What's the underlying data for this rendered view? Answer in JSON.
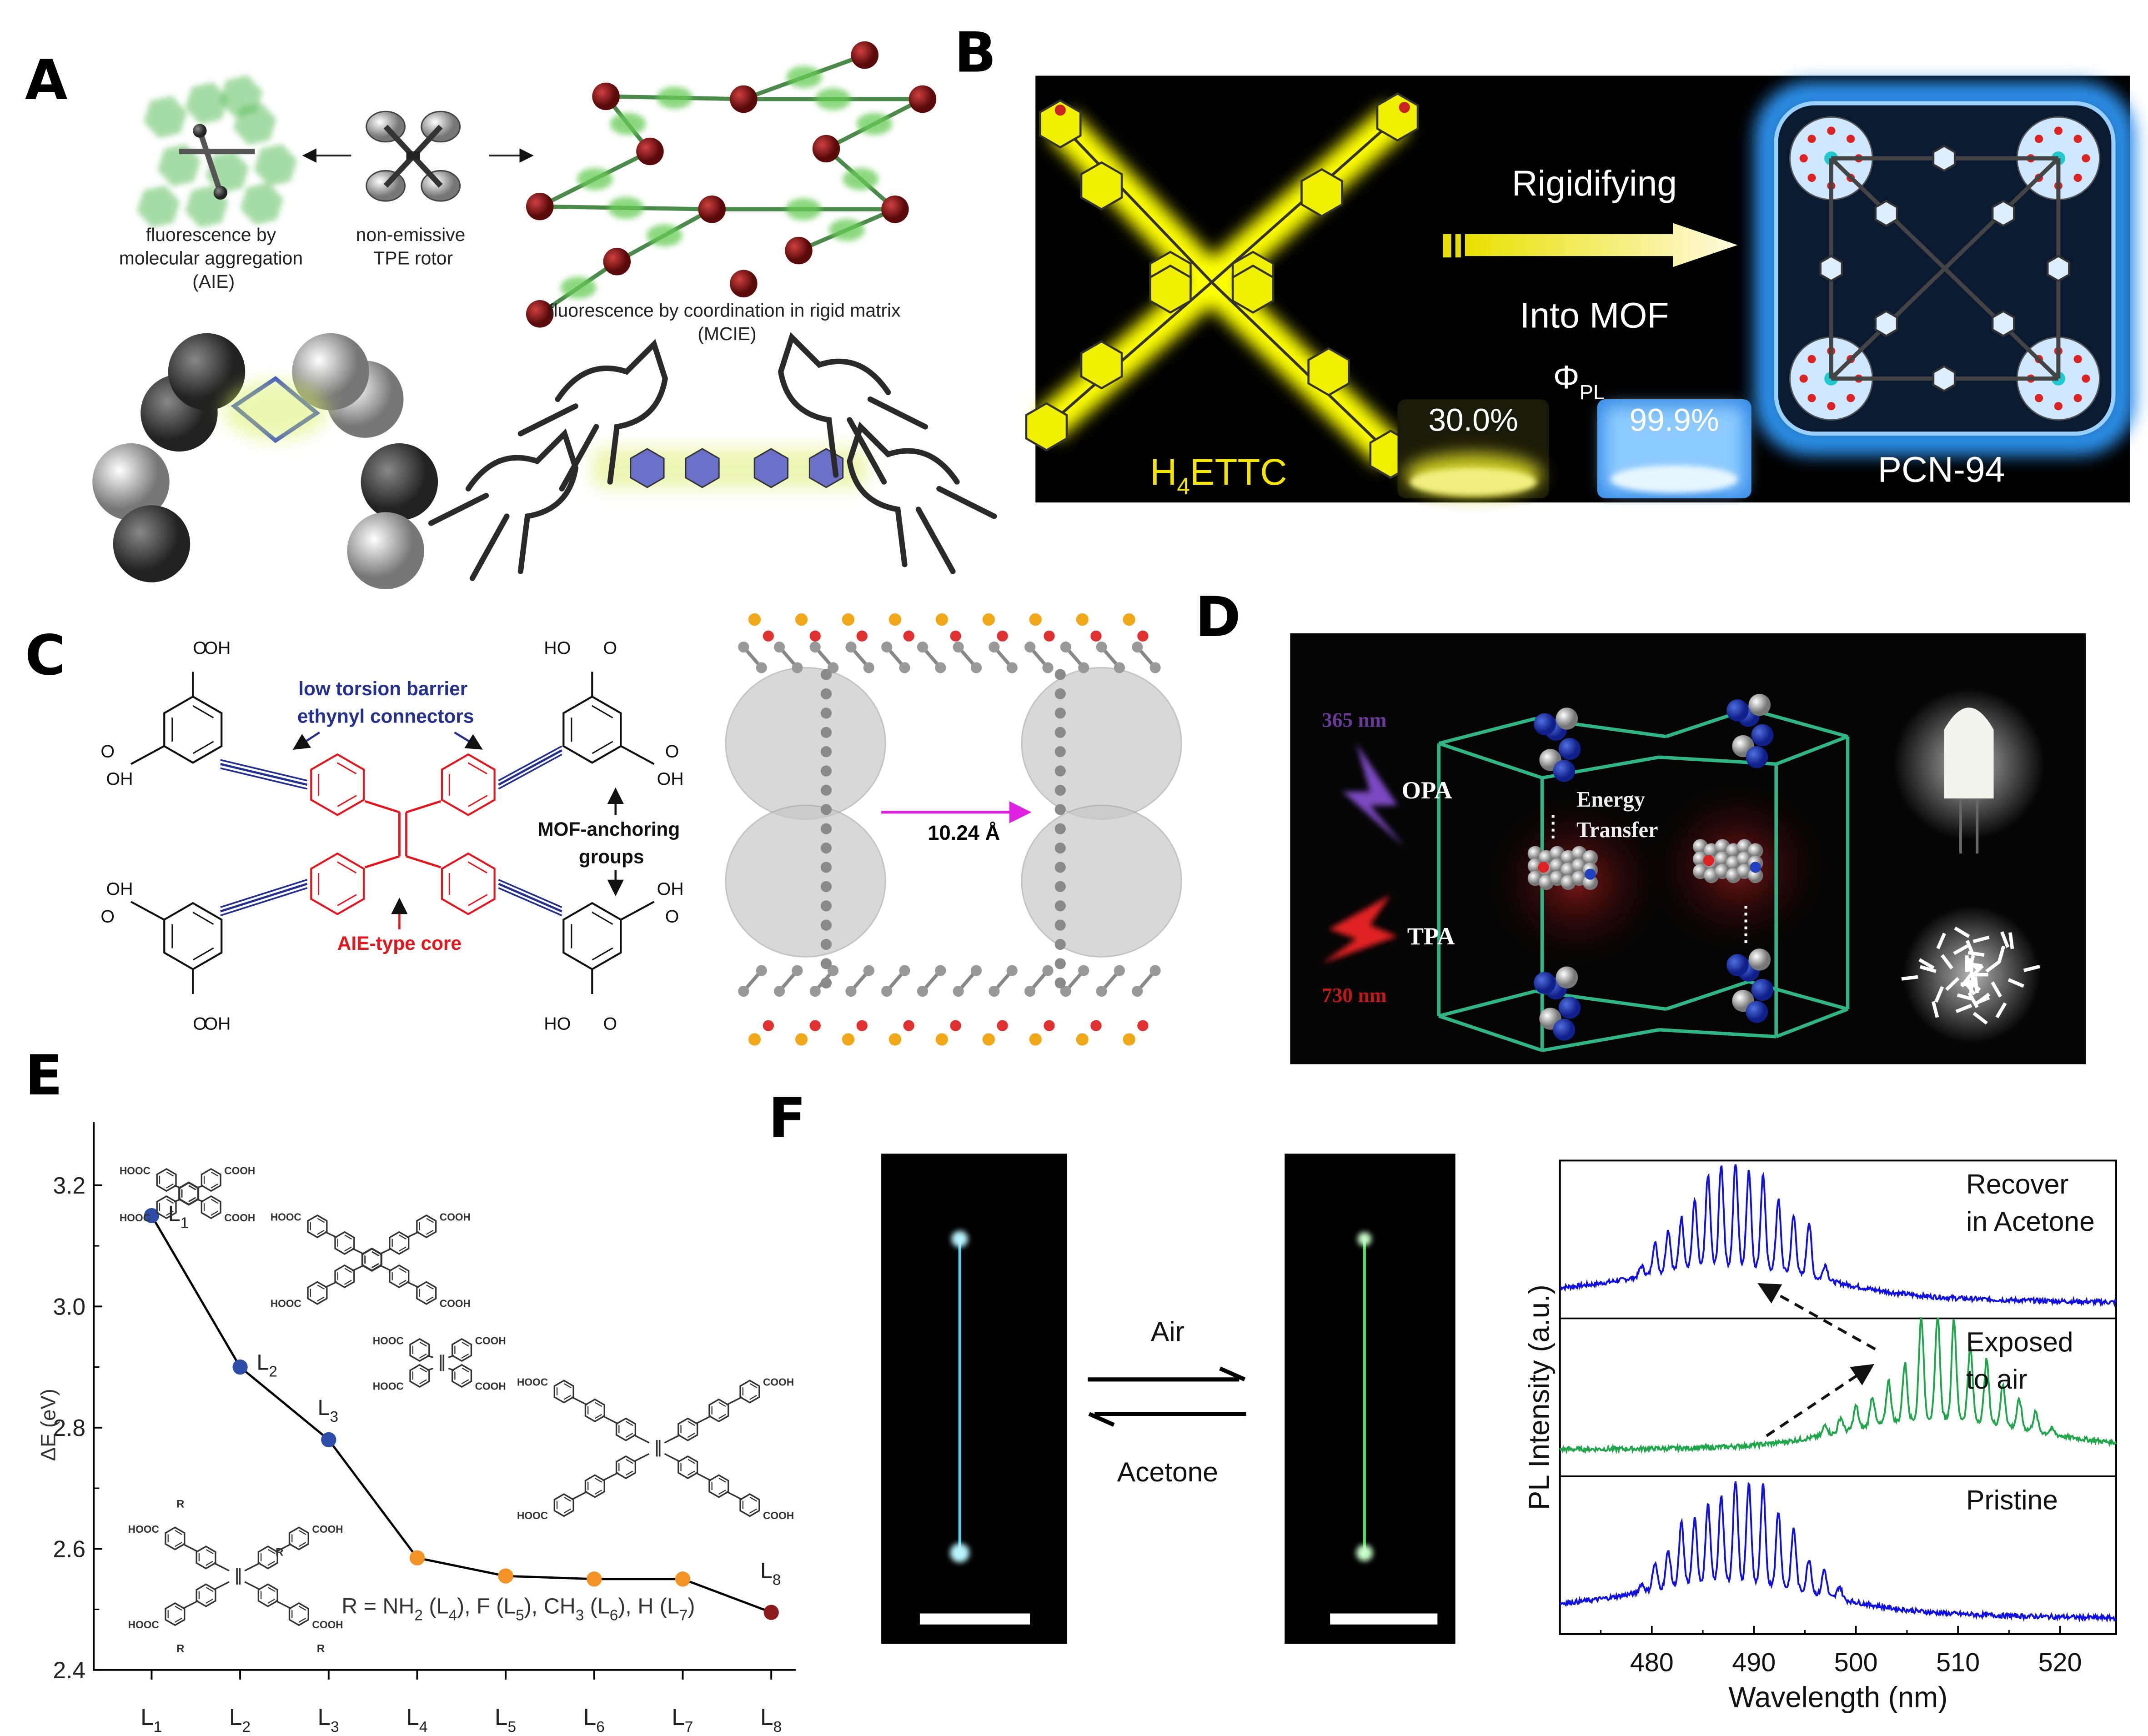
{
  "panels": {
    "A": {
      "label": "A",
      "aie_caption": [
        "fluorescence by",
        "molecular aggregation",
        "(AIE)"
      ],
      "rotor_caption": [
        "non-emissive",
        "TPE rotor"
      ],
      "mcie_caption": [
        "fluorescence by coordination in rigid matrix",
        "(MCIE)"
      ]
    },
    "B": {
      "label": "B",
      "ligand": {
        "main": "H",
        "sub": "4",
        "rest": "ETTC"
      },
      "arrow_top": "Rigidifying",
      "arrow_bottom": "Into MOF",
      "phi": {
        "main": "Φ",
        "sub": "PL"
      },
      "vial_ligand_value": "30.0%",
      "vial_mof_value": "99.9%",
      "mof_name": "PCN-94",
      "colors": {
        "ligand_glow": "#ffff00",
        "mof_glow": "#2a8ee8"
      }
    },
    "C": {
      "label": "C",
      "connector_note": [
        "low torsion barrier",
        "ethynyl connectors"
      ],
      "anchor_note": [
        "MOF-anchoring",
        "groups"
      ],
      "core_note": "AIE-type core",
      "oh": "OH",
      "ho": "HO",
      "o": "O",
      "distance": "10.24 Å",
      "colors": {
        "core": "#e8141c",
        "connector": "#23308f",
        "distance": "#e020e0"
      }
    },
    "D": {
      "label": "D",
      "wl_opa": "365 nm",
      "opa": "OPA",
      "tpa": "TPA",
      "wl_tpa": "730 nm",
      "energy_transfer": [
        "Energy",
        "Transfer"
      ]
    },
    "E": {
      "label": "E",
      "hooc": "HOOC",
      "cooh": "COOH",
      "r": "R",
      "substituents": [
        [
          "R = NH",
          ""
        ],
        [
          "2",
          "sub"
        ],
        [
          " (L",
          ""
        ],
        [
          "4",
          "sub"
        ],
        [
          "), F (L",
          ""
        ],
        [
          "5",
          "sub"
        ],
        [
          "), CH",
          ""
        ],
        [
          "3",
          "sub"
        ],
        [
          " (L",
          ""
        ],
        [
          "6",
          "sub"
        ],
        [
          "), H (L",
          ""
        ],
        [
          "7",
          "sub"
        ],
        [
          ")",
          ""
        ]
      ]
    },
    "F": {
      "label": "F",
      "air": "Air",
      "acetone": "Acetone"
    }
  },
  "chart_data": [
    {
      "type": "line",
      "panel": "E",
      "ylabel": "ΔE (eV)",
      "categories": [
        "L1",
        "L2",
        "L3",
        "L4",
        "L5",
        "L6",
        "L7",
        "L8"
      ],
      "values": [
        3.15,
        2.9,
        2.78,
        2.585,
        2.555,
        2.55,
        2.55,
        2.495
      ],
      "point_colors": [
        "#2c4ea8",
        "#2c4ea8",
        "#2c4ea8",
        "#f39325",
        "#f39325",
        "#f39325",
        "#f39325",
        "#8b1a1a"
      ],
      "yticks": [
        "2.4",
        "2.6",
        "2.8",
        "3.0",
        "3.2"
      ],
      "ylim": [
        2.4,
        3.3
      ],
      "point_labels": [
        "L1",
        "L2",
        "L3",
        "L8"
      ]
    },
    {
      "type": "line",
      "panel": "F",
      "xlabel": "Wavelength (nm)",
      "ylabel": "PL Intensity (a.u.)",
      "xlim": [
        471,
        525.5
      ],
      "xticks": [
        "480",
        "490",
        "500",
        "510",
        "520"
      ],
      "series": [
        {
          "name": "Recover in Acetone",
          "label_lines": [
            "Recover",
            "in Acetone"
          ],
          "color": "#1010e0",
          "center": 488,
          "peaks": [
            [
              479,
              0.1
            ],
            [
              480.3,
              0.3
            ],
            [
              481.6,
              0.4
            ],
            [
              482.9,
              0.5
            ],
            [
              484.2,
              0.65
            ],
            [
              485.5,
              0.88
            ],
            [
              486.8,
              0.97
            ],
            [
              488.2,
              0.98
            ],
            [
              489.5,
              0.92
            ],
            [
              490.9,
              0.9
            ],
            [
              492.4,
              0.68
            ],
            [
              493.9,
              0.55
            ],
            [
              495.4,
              0.52
            ],
            [
              497,
              0.15
            ]
          ]
        },
        {
          "name": "Exposed to air",
          "label_lines": [
            "Exposed",
            "to air"
          ],
          "color": "#1fa64a",
          "center": 508,
          "peaks": [
            [
              497,
              0.1
            ],
            [
              498.5,
              0.14
            ],
            [
              500,
              0.22
            ],
            [
              501.6,
              0.28
            ],
            [
              503.2,
              0.4
            ],
            [
              504.8,
              0.55
            ],
            [
              506.4,
              0.98
            ],
            [
              508,
              0.98
            ],
            [
              509.6,
              0.96
            ],
            [
              511.2,
              0.7
            ],
            [
              512.8,
              0.6
            ],
            [
              514.4,
              0.38
            ],
            [
              516,
              0.27
            ],
            [
              517.6,
              0.18
            ],
            [
              519.2,
              0.05
            ]
          ]
        },
        {
          "name": "Pristine",
          "label_lines": [
            "Pristine"
          ],
          "color": "#1010e0",
          "center": 488,
          "peaks": [
            [
              479,
              0.08
            ],
            [
              480.3,
              0.25
            ],
            [
              481.6,
              0.35
            ],
            [
              482.9,
              0.6
            ],
            [
              484.2,
              0.62
            ],
            [
              485.5,
              0.75
            ],
            [
              486.8,
              0.83
            ],
            [
              488.2,
              0.98
            ],
            [
              489.5,
              0.95
            ],
            [
              490.9,
              0.95
            ],
            [
              492.4,
              0.72
            ],
            [
              493.9,
              0.58
            ],
            [
              495.4,
              0.32
            ],
            [
              496.9,
              0.25
            ],
            [
              498.4,
              0.12
            ]
          ]
        }
      ]
    }
  ]
}
